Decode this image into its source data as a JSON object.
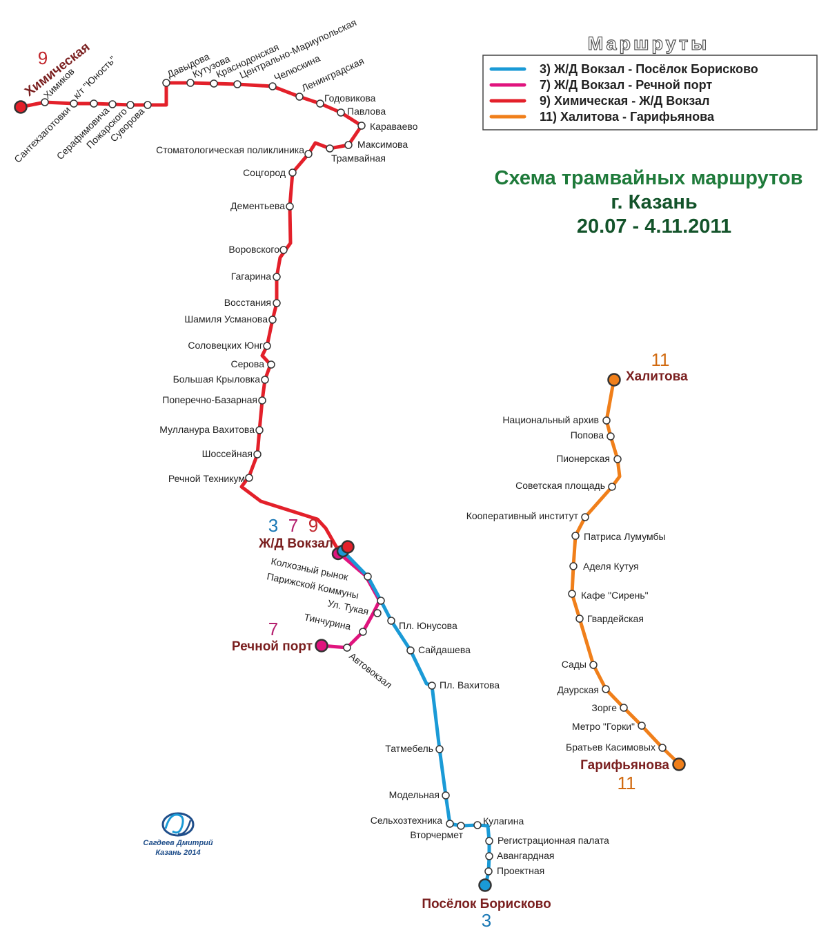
{
  "header": "Маршруты",
  "legend": [
    {
      "label": "3) Ж/Д Вокзал - Посёлок Борисково",
      "color": "#1a9ad6"
    },
    {
      "label": "7) Ж/Д Вокзал - Речной порт",
      "color": "#e0147e"
    },
    {
      "label": "9) Химическая - Ж/Д Вокзал",
      "color": "#e3202a"
    },
    {
      "label": "11) Халитова - Гарифьянова",
      "color": "#f07f1a"
    }
  ],
  "title": {
    "line1": "Схема трамвайных маршрутов",
    "line2": "г. Казань",
    "line3": "20.07 - 4.11.2011"
  },
  "terminals": {
    "khimicheskaya": "Химическая",
    "vokzal": "Ж/Д Вокзал",
    "rechnoy_port": "Речной порт",
    "khalitova": "Халитова",
    "garifyanova": "Гарифьянова",
    "borisko": "Посёлок Борисково"
  },
  "route_numbers": {
    "r3": "3",
    "r7": "7",
    "r9": "9",
    "r11": "11"
  },
  "stops": {
    "r9_diag": [
      "Химиков",
      "Сантехзаготовки",
      "к/т \"Юность\"",
      "Серафимовича",
      "Пожарского",
      "Суворова",
      "Давыдова",
      "Кутузова",
      "Краснодонская",
      "Центрально-Мариупольская",
      "Челюскина",
      "Ленинградская"
    ],
    "r9": [
      "Годовикова",
      "Павлова",
      "Караваево",
      "Максимова",
      "Трамвайная",
      "Стоматологическая поликлиника",
      "Соцгород",
      "Дементьева",
      "Воровского",
      "Гагарина",
      "Восстания",
      "Шамиля Усманова",
      "Соловецких Юнг",
      "Серова",
      "Большая Крыловка",
      "Поперечно-Базарная",
      "Мулланура Вахитова",
      "Шоссейная",
      "Речной Техникум"
    ],
    "r7_diag": [
      "Автовокзал"
    ],
    "r7": [
      "Колхозный рынок",
      "Парижской Коммуны",
      "Ул. Тукая",
      "Тинчурина"
    ],
    "r3": [
      "Пл. Юнусова",
      "Сайдашева",
      "Пл. Вахитова",
      "Татмебель",
      "Модельная",
      "Сельхозтехника",
      "Вторчермет",
      "Кулагина",
      "Регистрационная палата",
      "Авангардная",
      "Проектная"
    ],
    "r11": [
      "Национальный архив",
      "Попова",
      "Пионерская",
      "Советская площадь",
      "Кооперативный институт",
      "Патриса Лумумбы",
      "Аделя Кутуя",
      "Кафе \"Сирень\"",
      "Гвардейская",
      "Сады",
      "Даурская",
      "Зорге",
      "Метро \"Горки\"",
      "Братьев Касимовых"
    ]
  },
  "credit": {
    "author": "Сагдеев Дмитрий",
    "place": "Казань 2014"
  }
}
